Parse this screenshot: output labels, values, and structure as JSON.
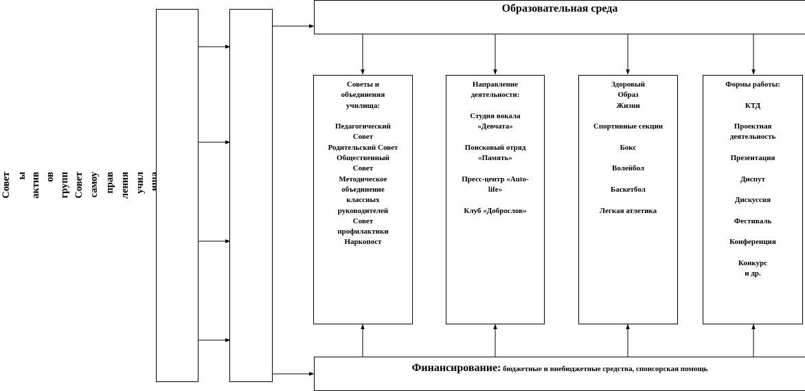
{
  "top_box": {
    "title": "Образовательная среда"
  },
  "bottom_box": {
    "title": "Финансирование:",
    "text": " бюджетные и внебюджетные средства, спонсорская помощь"
  },
  "vertical_label": {
    "lines": [
      "Совет",
      "ы",
      "актив",
      "ов",
      "групп",
      "Совет",
      "самоу",
      "прав",
      "ления",
      "учил",
      "ища"
    ]
  },
  "columns": [
    {
      "id": "councils",
      "lines": [
        "Советы и",
        "объединения",
        "училища:",
        "",
        "Педагогический",
        "Совет",
        "Родительский Совет",
        "Общественный",
        "Совет",
        "Методическое",
        "объединение",
        "классных",
        "руководителей",
        "Совет",
        "профилактики",
        "Наркопост"
      ]
    },
    {
      "id": "directions",
      "lines": [
        "Направление",
        "деятельности:",
        "",
        "Студия вокала",
        "«Девчата»",
        "",
        "Поисковый отряд",
        "«Память»",
        "",
        "Пресс-центр «Auto-",
        "life»",
        "",
        "Клуб «Доброслов»"
      ]
    },
    {
      "id": "health",
      "lines": [
        "Здоровый",
        "Образ",
        "Жизни",
        "",
        "Спортивные секции",
        "",
        "Бокс",
        "",
        "Волейбол",
        "",
        "Баскетбол",
        "",
        "Легкая атлетика"
      ]
    },
    {
      "id": "forms",
      "lines": [
        "Формы работы:",
        "",
        "КТД",
        "",
        "Проектная",
        "деятельность",
        "",
        "Презентация",
        "",
        "Диспут",
        "",
        "Дискуссия",
        "",
        "Фестиваль",
        "",
        "Конференция",
        "",
        "Конкурс",
        "и др."
      ]
    }
  ]
}
